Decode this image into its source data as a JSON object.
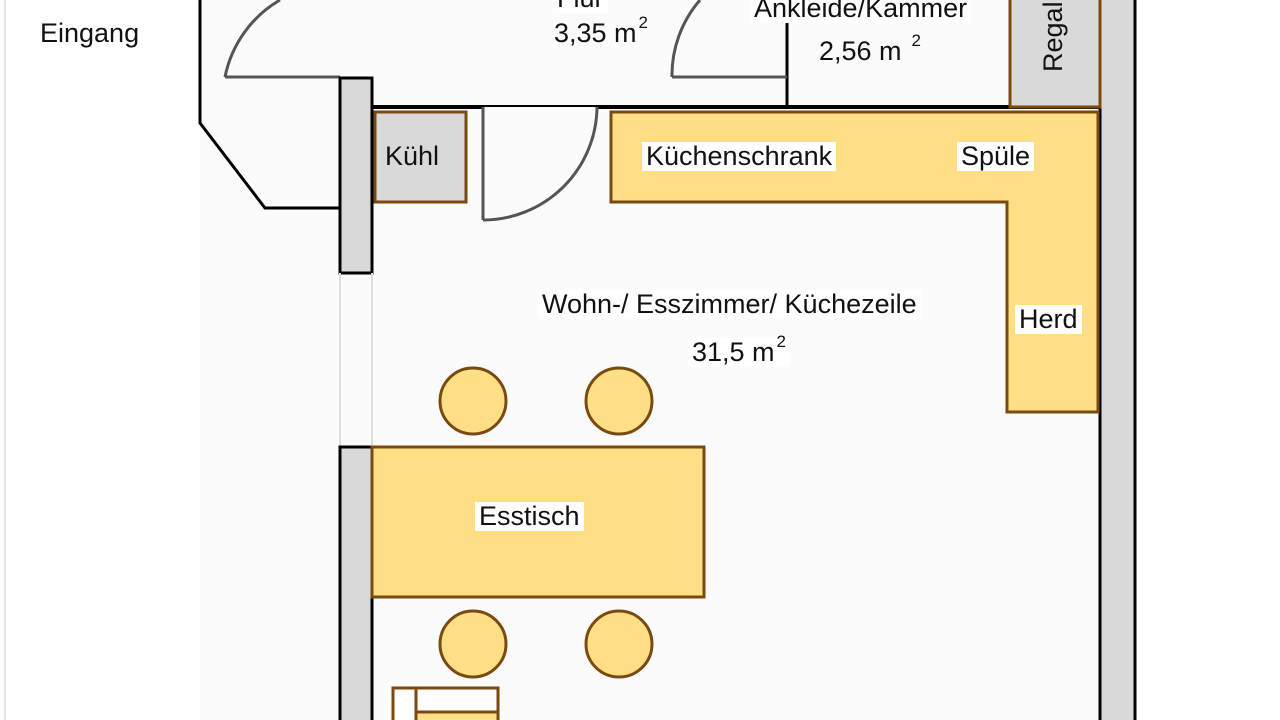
{
  "rooms": {
    "entrance": {
      "label": "Eingang"
    },
    "hall": {
      "label": "Flur",
      "area": "3,35 m",
      "unit_exp": "2"
    },
    "closet": {
      "label": "Ankleide/Kammer",
      "area": "2,56 m",
      "unit_exp": "2"
    },
    "living": {
      "label": "Wohn-/ Esszimmer/ Küchezeile",
      "area": "31,5 m",
      "unit_exp": "2"
    }
  },
  "furniture": {
    "shelf": "Regal",
    "fridge": "Kühl",
    "cabinet": "Küchenschrank",
    "sink": "Spüle",
    "stove": "Herd",
    "table": "Esstisch"
  },
  "colors": {
    "furniture_fill": "#fedf86",
    "furniture_stroke": "#7a4a10",
    "wall": "#d9d9d9",
    "appliance": "#d9d9d9"
  }
}
